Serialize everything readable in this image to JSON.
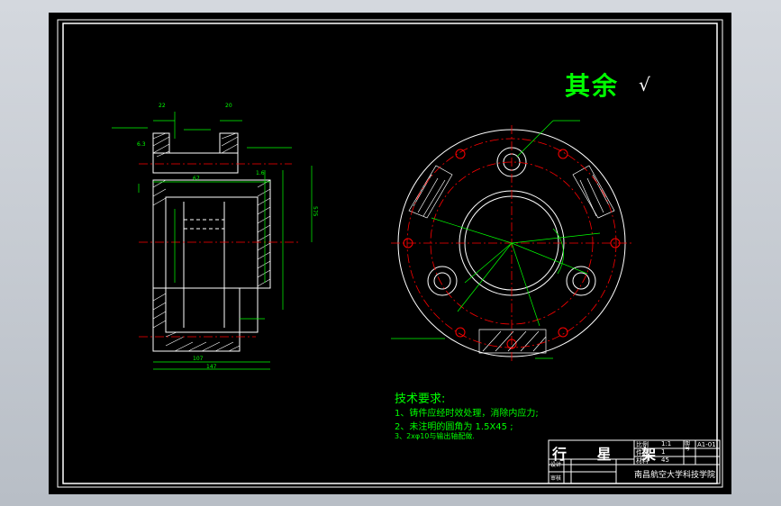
{
  "drawing": {
    "surface_finish_label": "其余",
    "surface_finish_symbol": "√",
    "tech_requirements": {
      "heading": "技术要求:",
      "items": [
        "1、铸件应经时效处理，消除内应力;",
        "2、未注明的圆角为 1.5X45 ;",
        "3、2xφ10与输出轴配做."
      ]
    },
    "title_block": {
      "part_name": "行 星 架",
      "scale_label": "比例",
      "scale_value": "1:1",
      "quantity_label": "件数",
      "quantity_value": "1",
      "material_label": "材料",
      "material_value": "45",
      "sheet_label": "图号",
      "drawing_number": "A1-01",
      "drawn_by_label": "设计",
      "checker_label": "审核",
      "institution": "南昌航空大学科技学院"
    },
    "dimensions": {
      "d1": "107",
      "d2": "147",
      "d3": "67",
      "d4": "22",
      "d5": "575",
      "d6": "20",
      "d7": "6.3",
      "d8": "1.6"
    }
  },
  "colors": {
    "background": "#000000",
    "outline": "#ffffff",
    "dimension": "#00ff00",
    "centerline": "#ff0000",
    "border": "#ffffff"
  }
}
